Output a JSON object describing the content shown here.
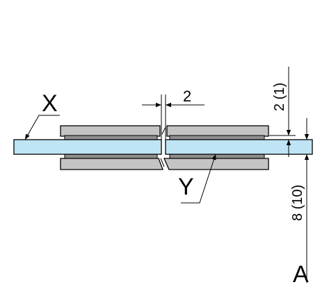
{
  "labels": {
    "x": "X",
    "y": "Y",
    "gap": "2",
    "offset": "2 (1)",
    "thickness": "8 (10)",
    "view": "A"
  },
  "colors": {
    "glass": "#bfe4f5",
    "frame": "#c4c4c4",
    "outline": "#000000",
    "background": "#ffffff"
  }
}
